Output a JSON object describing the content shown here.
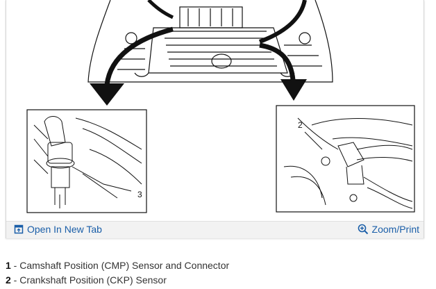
{
  "toolbar": {
    "open_label": "Open In New Tab",
    "open_icon": "open-in-new-tab-icon",
    "zoom_label": "Zoom/Print",
    "zoom_icon": "zoom-in-icon",
    "link_color": "#1a5ea8"
  },
  "diagram": {
    "callouts": [
      "2",
      "3"
    ]
  },
  "legend": [
    {
      "num": "1",
      "text": " - Camshaft Position (CMP) Sensor and Connector"
    },
    {
      "num": "2",
      "text": " - Crankshaft Position (CKP) Sensor"
    }
  ]
}
